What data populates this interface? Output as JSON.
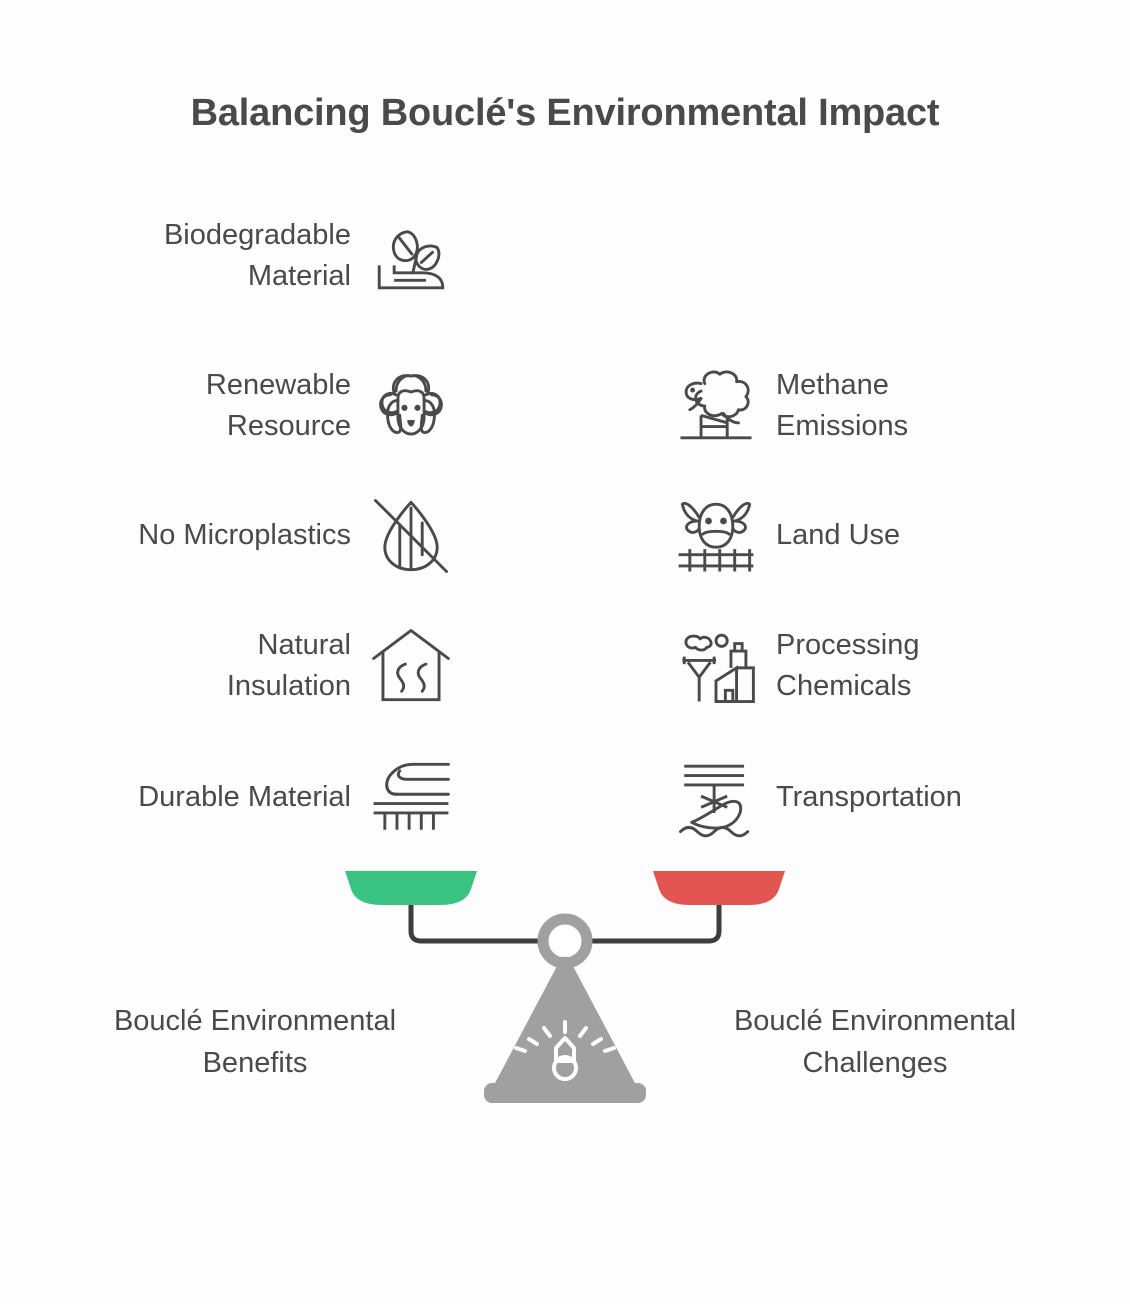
{
  "title": "Balancing Bouclé's Environmental Impact",
  "colors": {
    "text": "#4a4a4a",
    "benefit_pan": "#3bc381",
    "challenge_pan": "#e25550",
    "fulcrum": "#a0a0a0",
    "beam": "#3d3d3d",
    "background": "#fdfdfd"
  },
  "benefits": {
    "caption": "Bouclé Environmental\nBenefits",
    "items": [
      {
        "label": "Biodegradable\nMaterial",
        "icon": "sprouting-plant-in-hand-icon"
      },
      {
        "label": "Renewable\nResource",
        "icon": "sheep-face-icon"
      },
      {
        "label": "No Microplastics",
        "icon": "crossed-out-leaf-drop-icon"
      },
      {
        "label": "Natural\nInsulation",
        "icon": "house-with-heat-waves-icon"
      },
      {
        "label": "Durable Material",
        "icon": "train-on-rails-icon"
      }
    ]
  },
  "challenges": {
    "caption": "Bouclé Environmental\nChallenges",
    "items": [
      {
        "label": "Methane\nEmissions",
        "icon": "sheep-jumping-fence-icon"
      },
      {
        "label": "Land Use",
        "icon": "cow-head-with-fence-icon"
      },
      {
        "label": "Processing\nChemicals",
        "icon": "factory-with-pylon-icon"
      },
      {
        "label": "Transportation",
        "icon": "cargo-ship-icon"
      }
    ]
  }
}
